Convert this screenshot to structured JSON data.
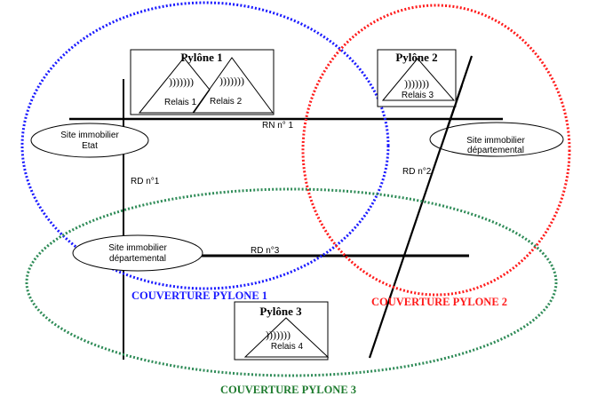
{
  "diagram": {
    "type": "coverage-map",
    "pylons": [
      {
        "id": "pylon-1",
        "title": "Pylône 1",
        "relays": [
          {
            "label": "Relais 1",
            "signal": ")))))))"
          },
          {
            "label": "Relais 2",
            "signal": ")))))))"
          }
        ]
      },
      {
        "id": "pylon-2",
        "title": "Pylône 2",
        "relays": [
          {
            "label": "Relais 3",
            "signal": ")))))))"
          }
        ]
      },
      {
        "id": "pylon-3",
        "title": "Pylône 3",
        "relays": [
          {
            "label": "Relais 4",
            "signal": ")))))))"
          }
        ]
      }
    ],
    "roads": [
      {
        "id": "rn1",
        "label": "RN n° 1"
      },
      {
        "id": "rd1",
        "label": "RD n°1"
      },
      {
        "id": "rd2",
        "label": "RD n°2"
      },
      {
        "id": "rd3",
        "label": "RD n°3"
      }
    ],
    "sites": [
      {
        "id": "site-etat",
        "line1": "Site immobilier",
        "line2": "Etat"
      },
      {
        "id": "site-dep-east",
        "line1": "Site immobilier",
        "line2": "départemental"
      },
      {
        "id": "site-dep-south",
        "line1": "Site immobilier",
        "line2": "départemental"
      }
    ],
    "coverage": [
      {
        "id": "cov-1",
        "label": "COUVERTURE PYLONE 1",
        "color": "#1a1aff"
      },
      {
        "id": "cov-2",
        "label": "COUVERTURE PYLONE 2",
        "color": "#ff1a1a"
      },
      {
        "id": "cov-3",
        "label": "COUVERTURE PYLONE 3",
        "color": "#2e8b57"
      }
    ]
  }
}
